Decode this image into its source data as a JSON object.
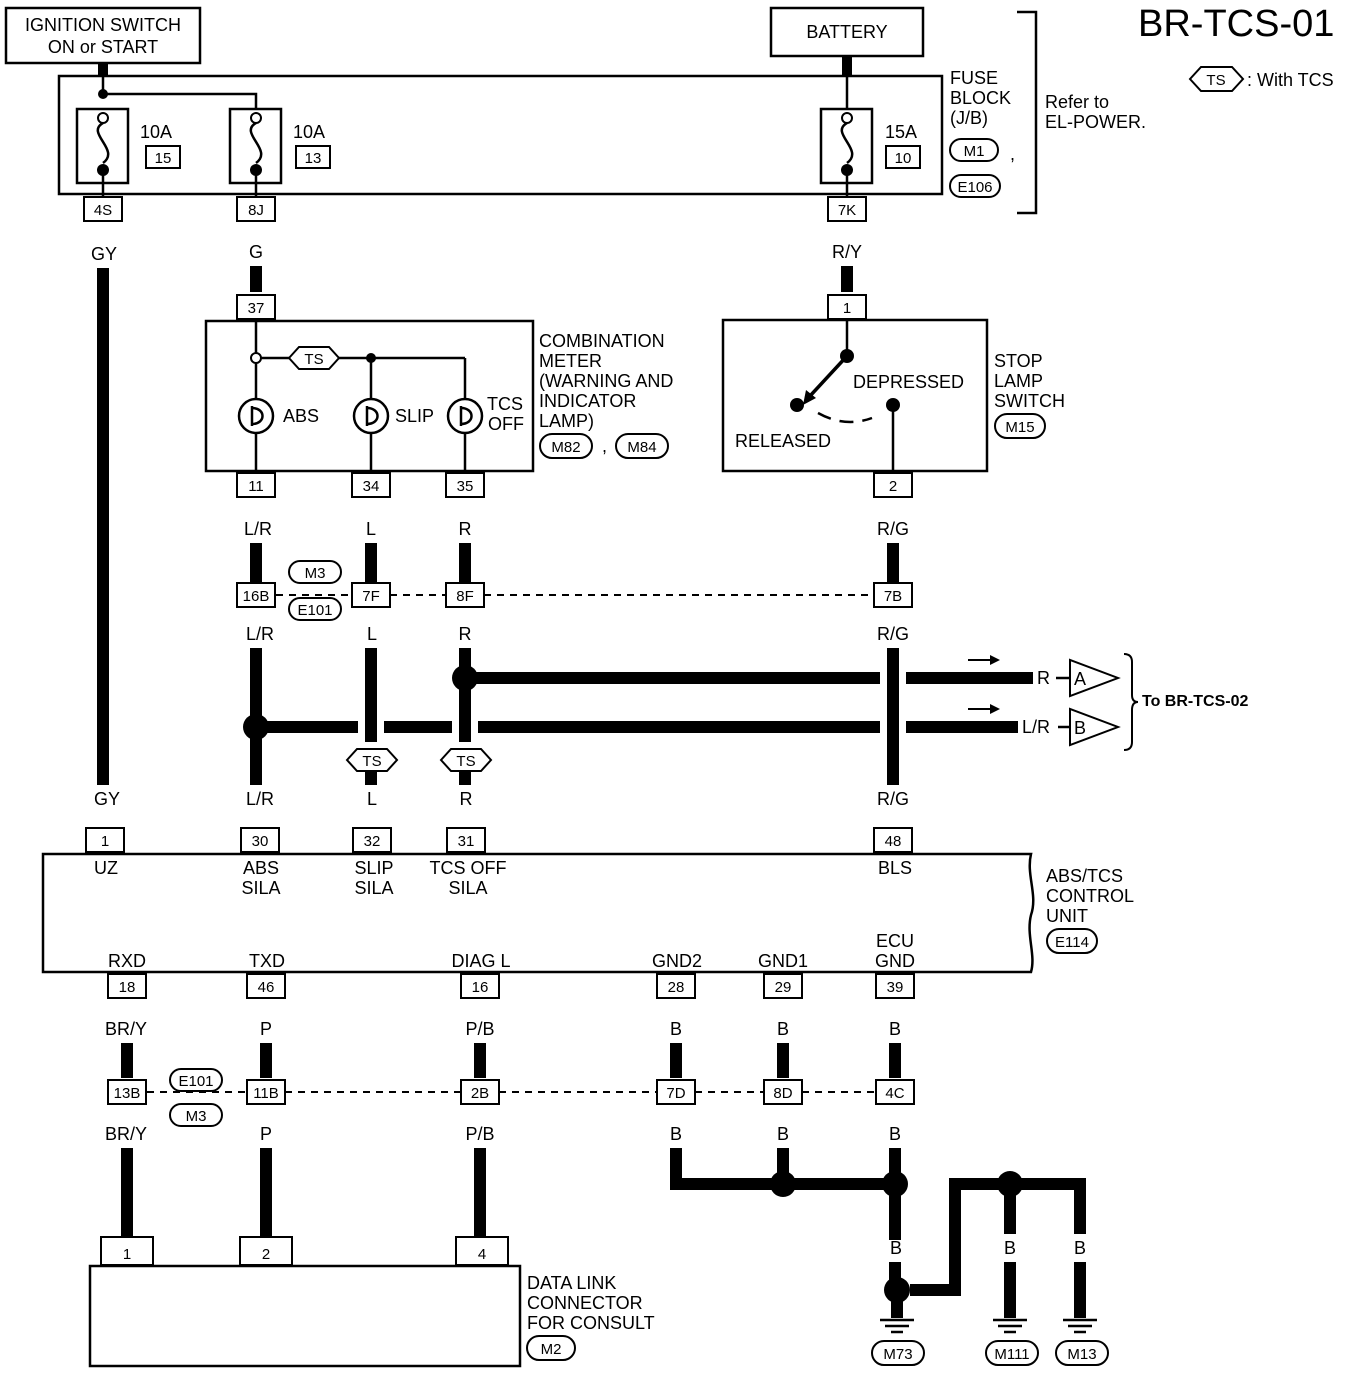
{
  "title": "BR-TCS-01",
  "legend": {
    "symbol": "TS",
    "text": ": With TCS"
  },
  "sources": {
    "ignition": [
      "IGNITION SWITCH",
      "ON or START"
    ],
    "battery": "BATTERY"
  },
  "fuse_block": {
    "label": [
      "FUSE",
      "BLOCK",
      "(J/B)"
    ],
    "connectors": [
      "M1",
      "E106"
    ],
    "comma": ",",
    "refer": [
      "Refer to",
      "EL-POWER."
    ],
    "fuses": [
      {
        "amp": "10A",
        "num": "15",
        "terminal": "4S"
      },
      {
        "amp": "10A",
        "num": "13",
        "terminal": "8J"
      },
      {
        "amp": "15A",
        "num": "10",
        "terminal": "7K"
      }
    ]
  },
  "wire_colors": {
    "gy": "GY",
    "g": "G",
    "ry": "R/Y",
    "lr": "L/R",
    "l": "L",
    "r": "R",
    "rg": "R/G",
    "bry": "BR/Y",
    "p": "P",
    "pb": "P/B",
    "b": "B"
  },
  "combination_meter": {
    "label": [
      "COMBINATION",
      "METER",
      "(WARNING  AND",
      "INDICATOR",
      "LAMP)"
    ],
    "connectors": [
      "M82",
      "M84"
    ],
    "comma": ",",
    "input_pin": "37",
    "lamps": [
      "ABS",
      "SLIP",
      "TCS",
      "OFF"
    ],
    "pins": [
      "11",
      "34",
      "35"
    ]
  },
  "stop_lamp_switch": {
    "label": [
      "STOP",
      "LAMP",
      "SWITCH"
    ],
    "connector": "M15",
    "pins": [
      "1",
      "2"
    ],
    "released": "RELEASED",
    "depressed": "DEPRESSED"
  },
  "joint_connectors": {
    "top": {
      "pins": [
        "16B",
        "7F",
        "8F",
        "7B"
      ],
      "ids": [
        "M3",
        "E101"
      ]
    },
    "bottom": {
      "pins": [
        "13B",
        "11B",
        "2B",
        "7D",
        "8D",
        "4C"
      ],
      "ids": [
        "E101",
        "M3"
      ]
    }
  },
  "to_next": {
    "label": "To BR-TCS-02",
    "a": "A",
    "b": "B",
    "a_color": "R",
    "b_color": "L/R"
  },
  "control_unit": {
    "label": [
      "ABS/TCS",
      "CONTROL",
      "UNIT"
    ],
    "connector": "E114",
    "top_pins": [
      {
        "pin": "1",
        "name": [
          "UZ"
        ]
      },
      {
        "pin": "30",
        "name": [
          "ABS",
          "SILA"
        ]
      },
      {
        "pin": "32",
        "name": [
          "SLIP",
          "SILA"
        ]
      },
      {
        "pin": "31",
        "name": [
          "TCS OFF",
          "SILA"
        ]
      },
      {
        "pin": "48",
        "name": [
          "BLS"
        ]
      }
    ],
    "bottom_pins": [
      {
        "pin": "18",
        "name": [
          "RXD"
        ]
      },
      {
        "pin": "46",
        "name": [
          "TXD"
        ]
      },
      {
        "pin": "16",
        "name": [
          "DIAG L"
        ]
      },
      {
        "pin": "28",
        "name": [
          "GND2"
        ]
      },
      {
        "pin": "29",
        "name": [
          "GND1"
        ]
      },
      {
        "pin": "39",
        "name": [
          "ECU",
          "GND"
        ]
      }
    ]
  },
  "data_link": {
    "label": [
      "DATA LINK",
      "CONNECTOR",
      "FOR CONSULT"
    ],
    "connector": "M2",
    "pins": [
      "1",
      "2",
      "4"
    ]
  },
  "grounds": [
    "M73",
    "M111",
    "M13"
  ]
}
